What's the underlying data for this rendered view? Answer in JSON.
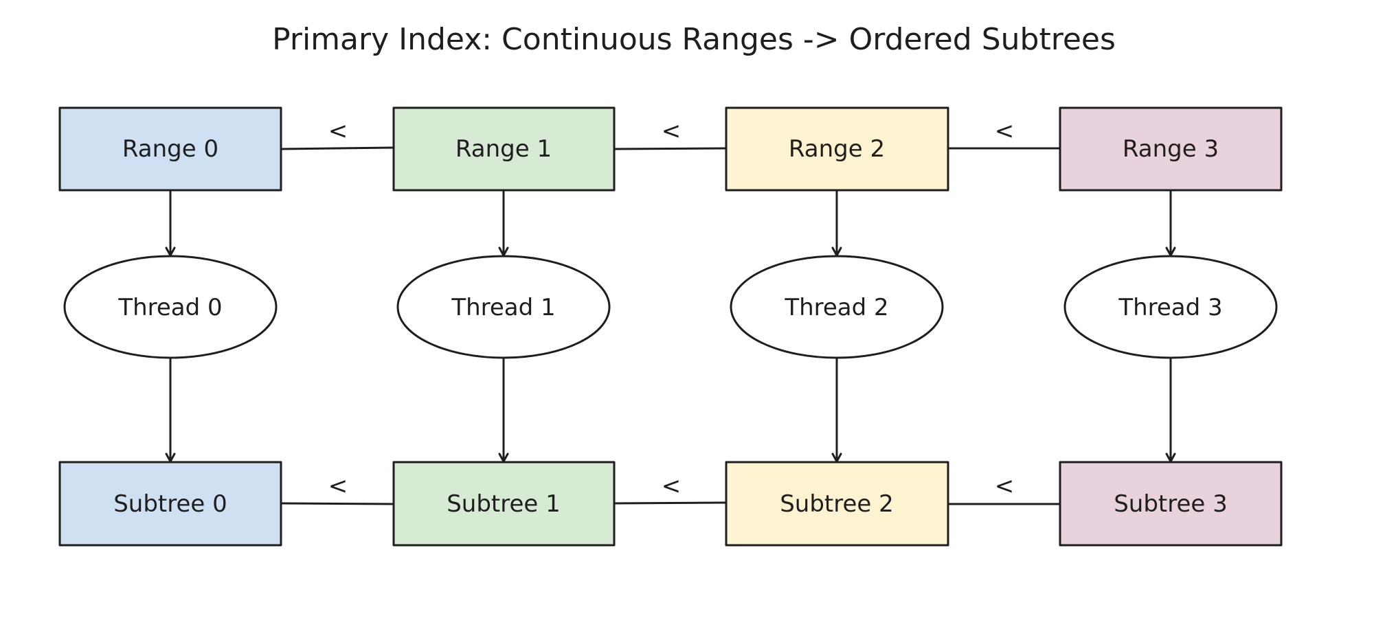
{
  "title": "Primary Index: Continuous Ranges -> Ordered Subtrees",
  "colors": {
    "stroke": "#1e1e1e",
    "column_fills": [
      "#cfe0f2",
      "#d7ead3",
      "#fdf3d1",
      "#e8d2de"
    ],
    "thread_fill": "#ffffff"
  },
  "columns": [
    {
      "range_label": "Range 0",
      "thread_label": "Thread 0",
      "subtree_label": "Subtree 0"
    },
    {
      "range_label": "Range 1",
      "thread_label": "Thread 1",
      "subtree_label": "Subtree 1"
    },
    {
      "range_label": "Range 2",
      "thread_label": "Thread 2",
      "subtree_label": "Subtree 2"
    },
    {
      "range_label": "Range 3",
      "thread_label": "Thread 3",
      "subtree_label": "Subtree 3"
    }
  ],
  "connectors": {
    "order_symbol": "<",
    "range_connectors": [
      {
        "from": "Range 0",
        "to": "Range 1"
      },
      {
        "from": "Range 1",
        "to": "Range 2"
      },
      {
        "from": "Range 2",
        "to": "Range 3"
      }
    ],
    "subtree_connectors": [
      {
        "from": "Subtree 0",
        "to": "Subtree 1"
      },
      {
        "from": "Subtree 1",
        "to": "Subtree 2"
      },
      {
        "from": "Subtree 2",
        "to": "Subtree 3"
      }
    ],
    "arrows": [
      "Range -> Thread",
      "Thread -> Subtree"
    ]
  }
}
